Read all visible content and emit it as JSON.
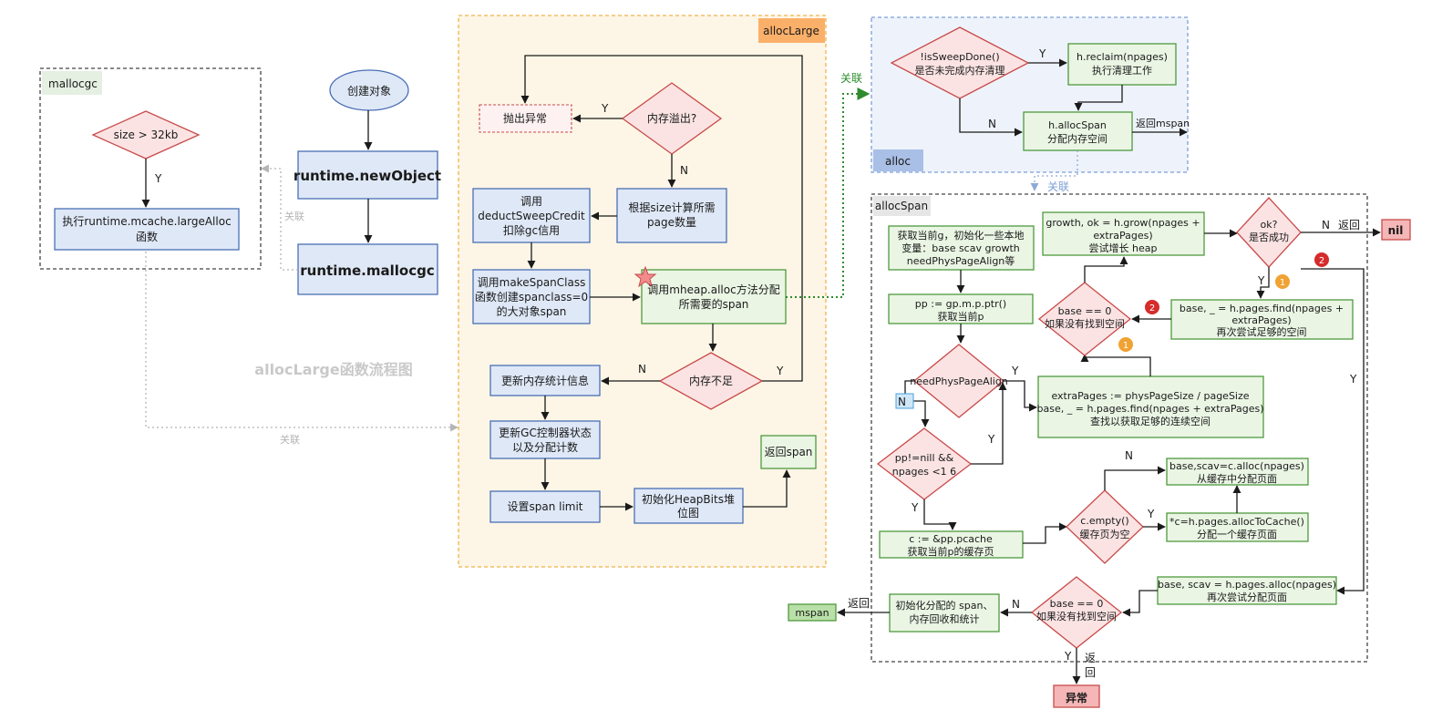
{
  "colors": {
    "blue_fill": "#dfe8f7",
    "blue_stroke": "#4a6fb5",
    "green_fill": "#eaf5e4",
    "green_stroke": "#4f9a3f",
    "red_fill": "#fbe3e3",
    "red_stroke": "#c94a4a",
    "orange_fill": "#fdf6e6",
    "orange_stroke": "#f0b24a",
    "gray_fill": "#eeeeee"
  },
  "mallocgc_panel": {
    "title": "mallocgc",
    "decision": "size > 32kb",
    "yes": "Y",
    "action": [
      "执行runtime.mcache.largeAlloc",
      "函数"
    ]
  },
  "entry": {
    "start": "创建对象",
    "new_object": "runtime.newObject",
    "mallocgc": "runtime.mallocgc",
    "link_label": "关联"
  },
  "caption": "allocLarge函数流程图",
  "bottom_link_label": "关联",
  "alloclarge_panel": {
    "title": "allocLarge",
    "overflow_q": "内存溢出?",
    "throw": "抛出异常",
    "calc_pages": [
      "根据size计算所需",
      "page数量"
    ],
    "deduct": [
      "调用",
      "deductSweepCredit",
      "扣除gc信用"
    ],
    "make_span_class": [
      "调用makeSpanClass",
      "函数创建spanclass=0",
      "的大对象span"
    ],
    "mheap_alloc": [
      "调用mheap.alloc方法分配",
      "所需要的span"
    ],
    "mem_short_q": "内存不足",
    "update_stats": "更新内存统计信息",
    "update_gc": [
      "更新GC控制器状态",
      "以及分配计数"
    ],
    "set_limit": "设置span limit",
    "init_heapbits": [
      "初始化HeapBits堆",
      "位图"
    ],
    "return_span": "返回span",
    "yes": "Y",
    "no": "N"
  },
  "green_link_label": "关联",
  "alloc_panel": {
    "title": "alloc",
    "sweep_q": [
      "!isSweepDone()",
      "是否未完成内存清理"
    ],
    "reclaim": [
      "h.reclaim(npages)",
      "执行清理工作"
    ],
    "alloc_span": [
      "h.allocSpan",
      "分配内存空间"
    ],
    "return_mspan": "返回mspan",
    "yes": "Y",
    "no": "N",
    "link_label": "关联"
  },
  "allocspan_panel": {
    "title": "allocSpan",
    "get_g": [
      "获取当前g，初始化一些本地",
      "变量：base scav growth",
      "needPhysPageAlign等"
    ],
    "pp": [
      "pp := gp.m.p.ptr()",
      "获取当前p"
    ],
    "need_align_q": "needPhysPageAlign",
    "pp_nil_q": [
      "pp!=nill &&",
      "npages <1 6"
    ],
    "c_pcache": [
      "c := &pp.pcache",
      "获取当前p的缓存页"
    ],
    "c_empty_q": [
      "c.empty()",
      "缓存页为空"
    ],
    "alloc_to_cache": [
      "*c=h.pages.allocToCache()",
      "分配一个缓存页面"
    ],
    "c_alloc": [
      "base,scav=c.alloc(npages)",
      "从缓存中分配页面"
    ],
    "extra_pages": [
      "extraPages := physPageSize / pageSize",
      "base, _ = h.pages.find(npages + extraPages)",
      "查找以获取足够的连续空间"
    ],
    "base_zero_q": [
      "base == 0",
      "如果没有找到空间"
    ],
    "grow": [
      "growth, ok = h.grow(npages +",
      "extraPages)",
      "尝试增长 heap"
    ],
    "ok_q": [
      "ok?",
      "是否成功"
    ],
    "nil_box": "nil",
    "return_label": "返回",
    "find_again": [
      "base, _ = h.pages.find(npages +",
      "extraPages)",
      "再次尝试足够的空间"
    ],
    "pages_alloc": [
      "base, scav = h.pages.alloc(npages)",
      "再次尝试分配页面"
    ],
    "base_zero_q2": [
      "base == 0",
      "如果没有找到空间"
    ],
    "init_span": [
      "初始化分配的 span、",
      "内存回收和统计"
    ],
    "mspan_box": "mspan",
    "return_left": "返回",
    "exception": "异常",
    "return_down": [
      "返",
      "回"
    ],
    "badge_1": "1",
    "badge_2": "2",
    "yes": "Y",
    "no": "N"
  }
}
